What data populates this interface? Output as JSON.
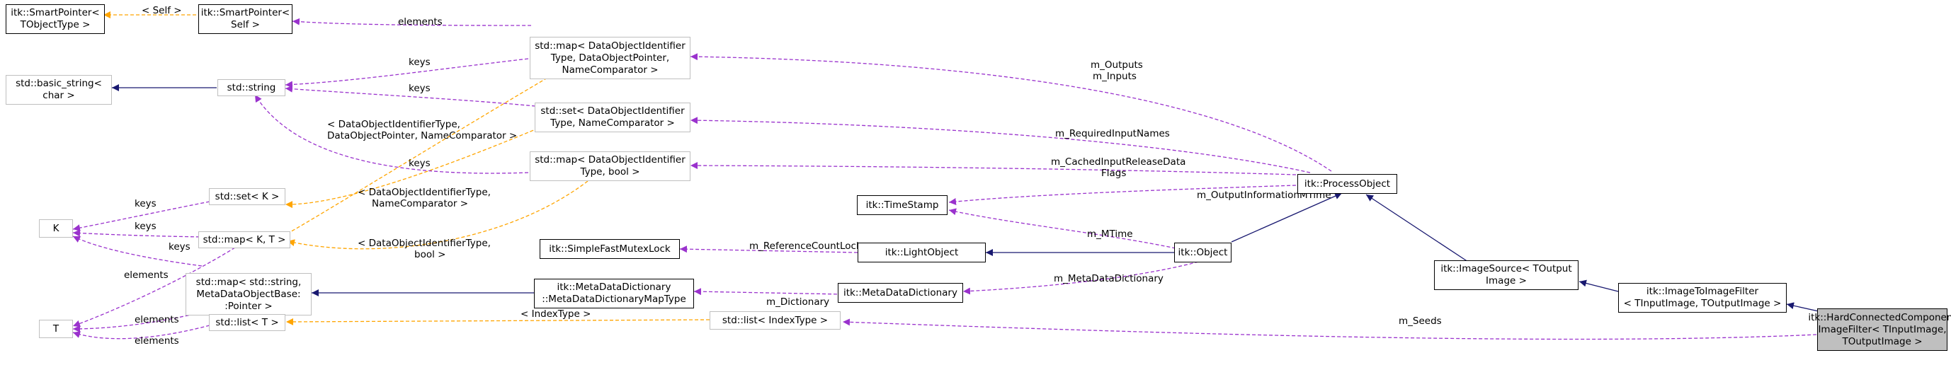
{
  "nodes": {
    "smartptr_tobj": "itk::SmartPointer<\nTObjectType >",
    "smartptr_self": "itk::SmartPointer<\nSelf >",
    "basic_string": "std::basic_string<\nchar >",
    "string": "std::string",
    "map_dop": "std::map< DataObjectIdentifier\nType, DataObjectPointer,\nNameComparator >",
    "set_doi": "std::set< DataObjectIdentifier\nType, NameComparator >",
    "map_doi_bool": "std::map< DataObjectIdentifier\nType, bool >",
    "set_k": "std::set< K >",
    "k": "K",
    "map_kt": "std::map< K, T >",
    "map_string_mdob": "std::map< std::string,\nMetaDataObjectBase:\n:Pointer >",
    "t": "T",
    "list_t": "std::list< T >",
    "mutexlock": "itk::SimpleFastMutexLock",
    "mdd_maptype": "itk::MetaDataDictionary\n::MetaDataDictionaryMapType",
    "list_indextype": "std::list< IndexType >",
    "timestamp": "itk::TimeStamp",
    "lightobject": "itk::LightObject",
    "mdd": "itk::MetaDataDictionary",
    "object": "itk::Object",
    "processobject": "itk::ProcessObject",
    "imagesource": "itk::ImageSource< TOutput\nImage >",
    "imagetoimage": "itk::ImageToImageFilter\n< TInputImage, TOutputImage >",
    "hardconnected": "itk::HardConnectedComponent\nImageFilter< TInputImage,\nTOutputImage >"
  },
  "edge_labels": {
    "self": "< Self >",
    "elements_top": "elements",
    "keys_map_dop": "keys",
    "keys_set_doi": "keys",
    "keys_map_bool": "keys",
    "tmpl_map_dop": [
      "< DataObjectIdentifierType,",
      "DataObjectPointer, NameComparator >"
    ],
    "tmpl_set_doi": [
      "< DataObjectIdentifierType,",
      "NameComparator >"
    ],
    "tmpl_map_bool": [
      "< DataObjectIdentifierType,",
      "bool >"
    ],
    "keys_set_k": "keys",
    "keys_map_kt": "keys",
    "keys_map_str": "keys",
    "elements_map_kt": "elements",
    "elements_map_str": "elements",
    "elements_list_t": "elements",
    "index_type": "< IndexType >",
    "outputs_inputs": [
      "m_Outputs",
      "m_Inputs"
    ],
    "required_input_names": "m_RequiredInputNames",
    "cached_flags": [
      "m_CachedInputReleaseData",
      "Flags"
    ],
    "output_mtime": "m_OutputInformationMTime",
    "mtime": "m_MTime",
    "ref_count_lock": "m_ReferenceCountLock",
    "mdd_member": "m_MetaDataDictionary",
    "dictionary": "m_Dictionary",
    "seeds": "m_Seeds"
  },
  "colors": {
    "inheritance": "#191970",
    "member": "#9a32cd",
    "template": "#ffa500",
    "focus_fill": "#bfbfbf",
    "gray_border": "#bfbfbf"
  }
}
